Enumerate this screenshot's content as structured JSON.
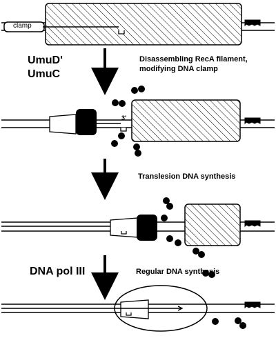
{
  "panel1": {
    "clamp_label": "clamp"
  },
  "step1": {
    "factors": [
      "UmuD'",
      "UmuC"
    ],
    "description": [
      "Disassembling RecA filament,",
      "modifying DNA clamp"
    ]
  },
  "panel2": {
    "end_label": "3'"
  },
  "step2": {
    "description": "Translesion DNA synthesis"
  },
  "step3": {
    "factor": "DNA pol III",
    "description": "Regular DNA synthesis"
  }
}
